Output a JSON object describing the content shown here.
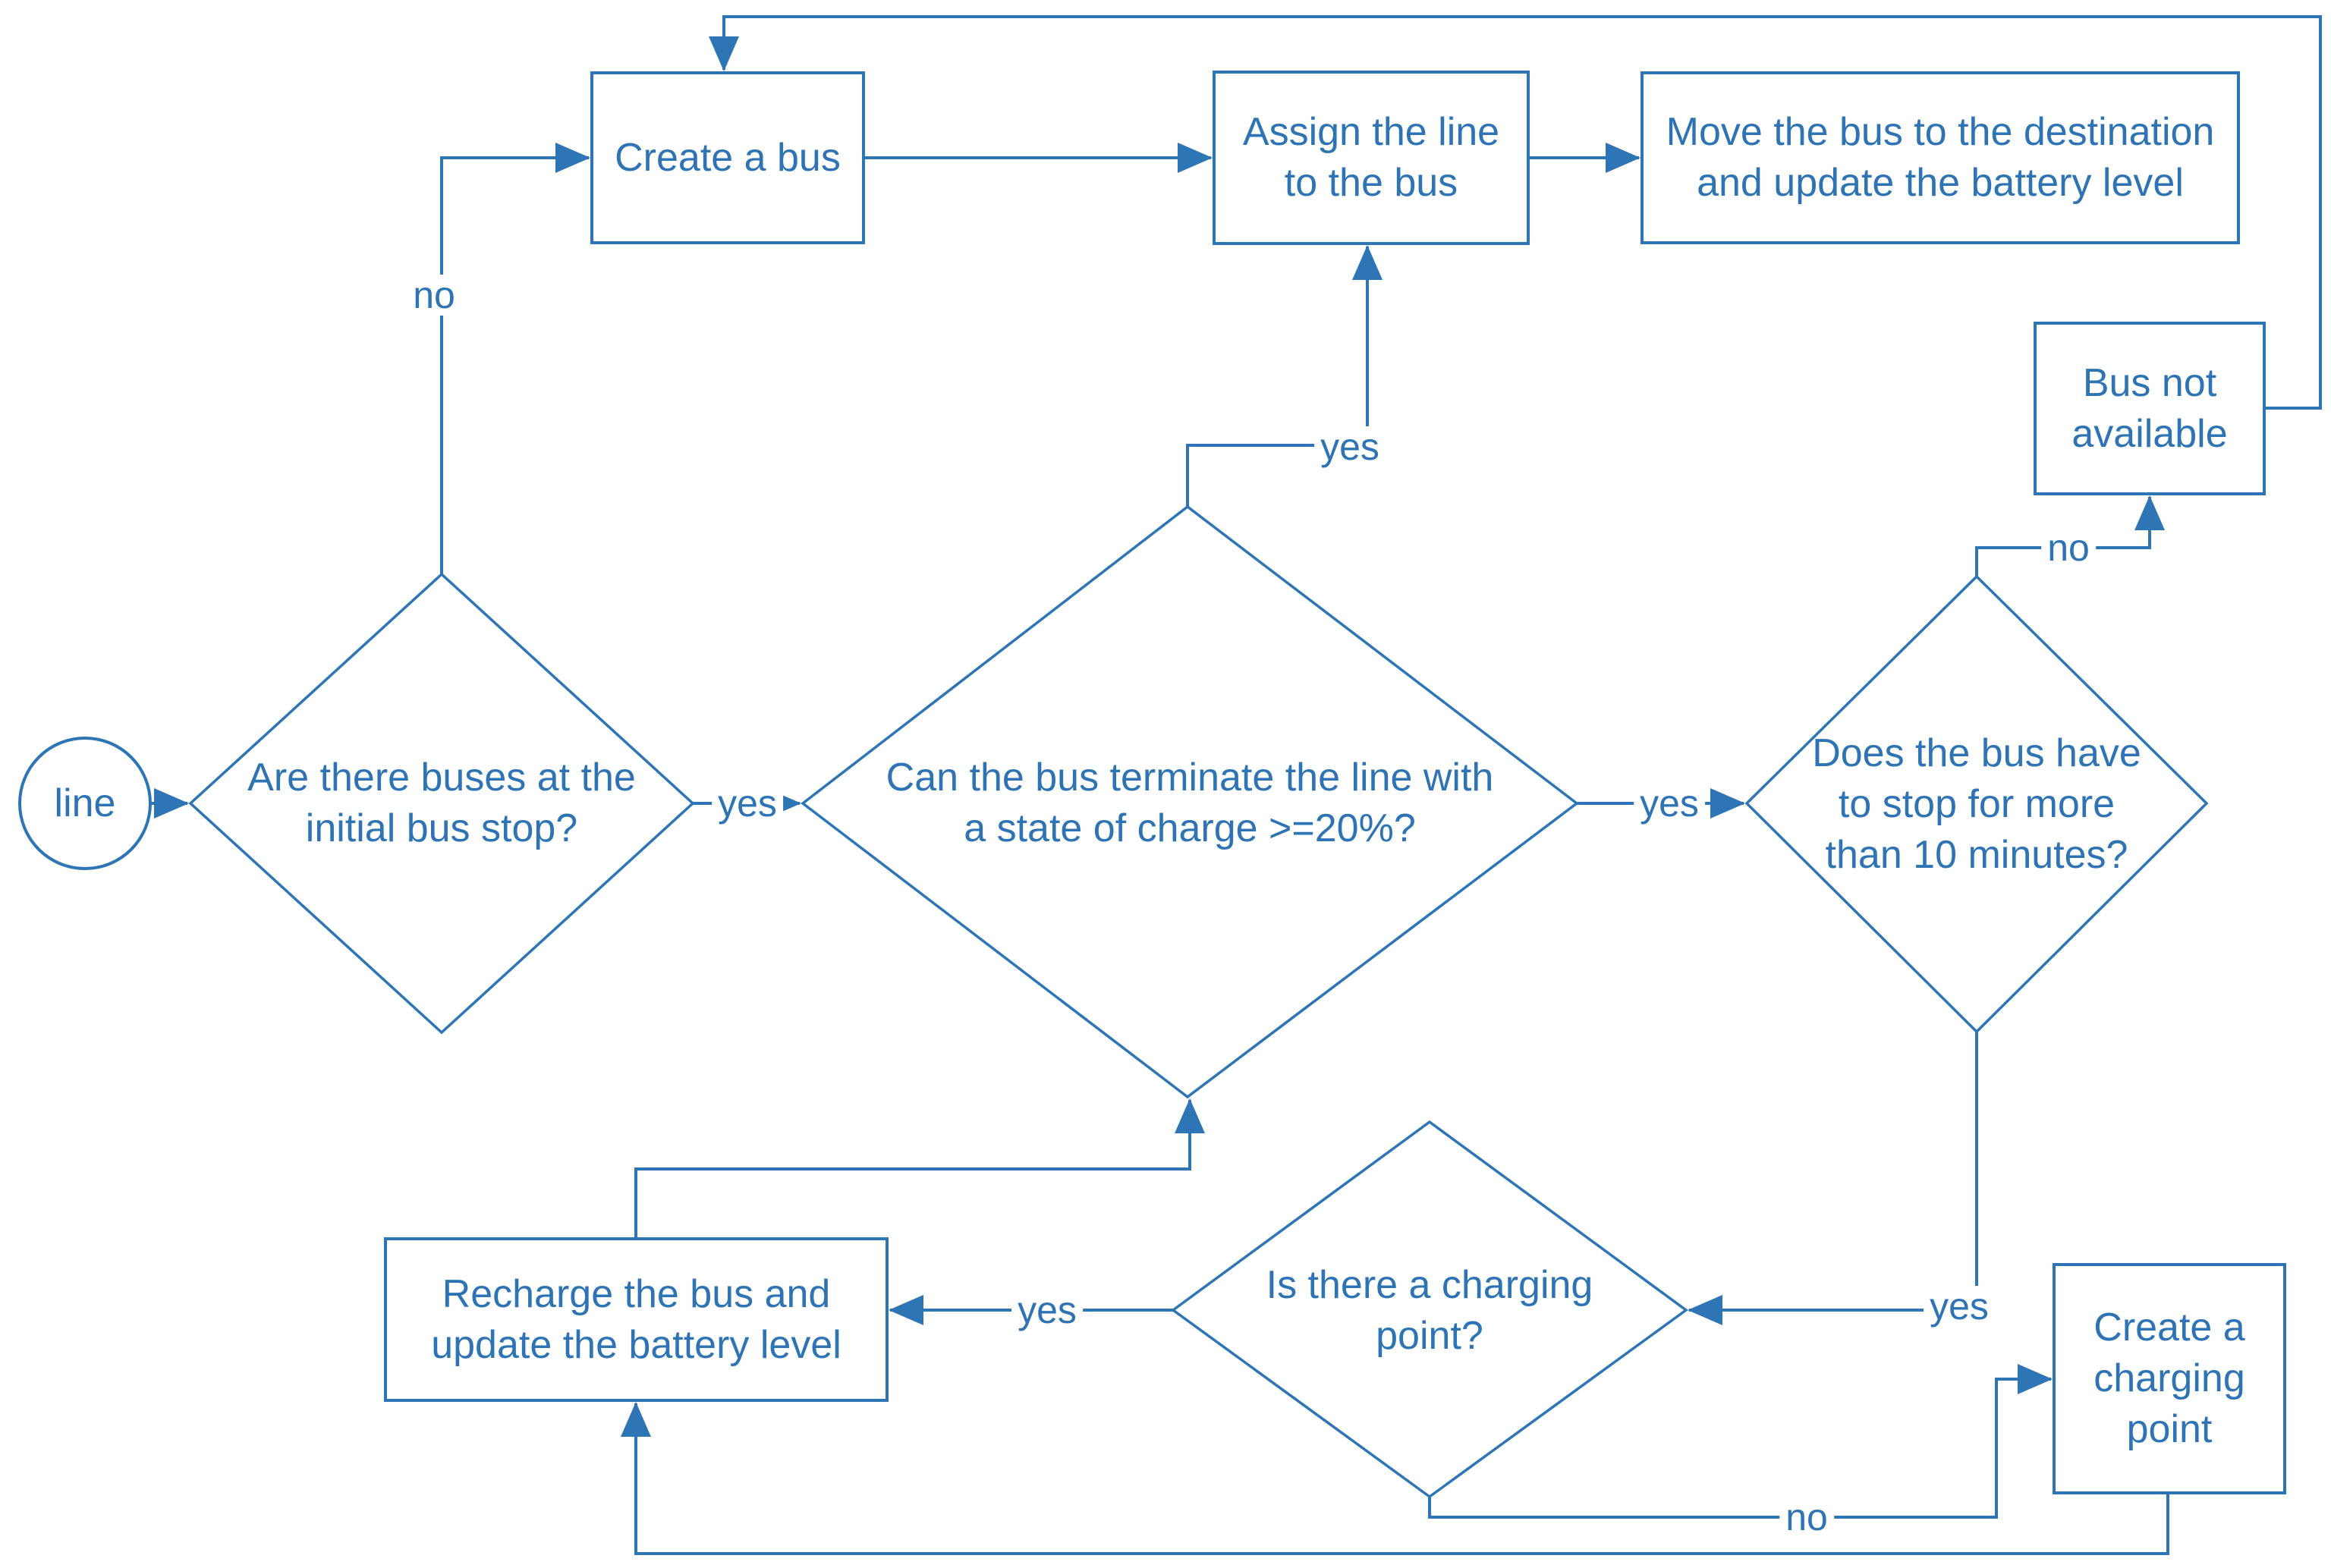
{
  "diagram": {
    "type": "flowchart",
    "background_color": "#ffffff",
    "stroke_color": "#2E75B6",
    "text_color": "#2E74B5",
    "nodes": {
      "start": {
        "type": "start-terminator",
        "label": "line"
      },
      "buses_at_stop": {
        "type": "decision",
        "label": "Are there buses at the\ninitial bus stop?"
      },
      "create_bus": {
        "type": "process",
        "label": "Create a bus"
      },
      "assign_line": {
        "type": "process",
        "label": "Assign the line\nto the bus"
      },
      "move_bus": {
        "type": "process",
        "label": "Move the bus to the destination\nand update the battery level"
      },
      "bus_not_available": {
        "type": "process",
        "label": "Bus not\navailable"
      },
      "terminate_line": {
        "type": "decision",
        "label": "Can the bus terminate the line with\na state of charge >=20%?"
      },
      "stop_10_minutes": {
        "type": "decision",
        "label": "Does the bus have\nto stop for more\nthan 10 minutes?"
      },
      "charging_point_exists": {
        "type": "decision",
        "label": "Is there a charging\npoint?"
      },
      "recharge_bus": {
        "type": "process",
        "label": "Recharge the bus and\nupdate the battery level"
      },
      "create_charging_point": {
        "type": "process",
        "label": "Create a\ncharging\npoint"
      }
    },
    "edge_labels": {
      "no_buses": "no",
      "yes_buses": "yes",
      "yes_terminate_top": "yes",
      "yes_terminate_right": "yes",
      "no_stop": "no",
      "yes_stop": "yes",
      "yes_charging": "yes",
      "no_charging": "no"
    }
  }
}
